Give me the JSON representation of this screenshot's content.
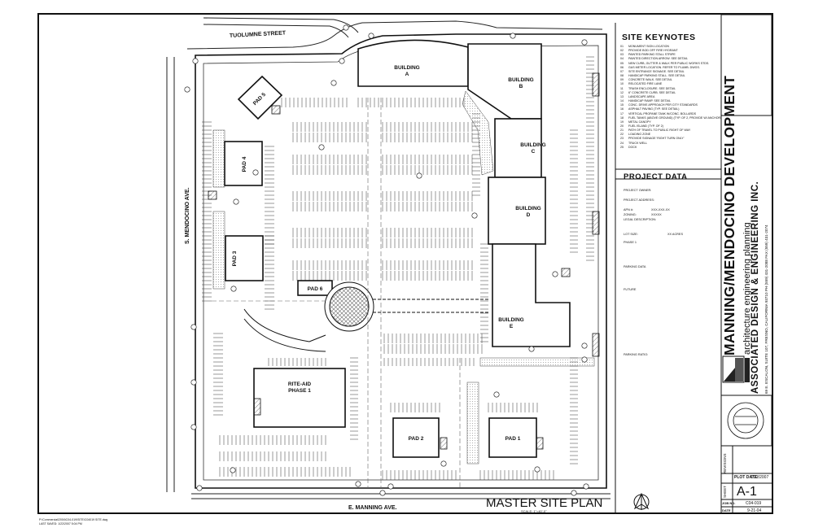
{
  "street_labels": {
    "north": "TUOLUMNE STREET",
    "west": "S. MENDOCINO AVE.",
    "south": "E. MANNING AVE."
  },
  "buildings": {
    "a": "BUILDING\nA",
    "b": "BUILDING\nB",
    "c": "BUILDING\nC",
    "d": "BUILDING\nD",
    "e": "BUILDING\nE",
    "pad1": "PAD 1",
    "pad2": "PAD 2",
    "pad3": "PAD 3",
    "pad4": "PAD 4",
    "pad5": "PAD 5",
    "pad6": "PAD 6",
    "rite_aid": "RITE-AID\nPHASE 1"
  },
  "site_keynotes": {
    "title": "SITE KEYNOTES",
    "items": [
      {
        "n": "01",
        "text": "MONUMENT SIGN LOCATION"
      },
      {
        "n": "02",
        "text": "PROVIDE BOD OFF FIRE HYDRANT"
      },
      {
        "n": "03",
        "text": "PAINTED PARKING STALL STRIPE"
      },
      {
        "n": "04",
        "text": "PAINTED DIRECTION ARROW. SEE DETAIL"
      },
      {
        "n": "05",
        "text": "NEW CURB, GUTTER & WALK PER PUBLIC WORKS STDS."
      },
      {
        "n": "06",
        "text": "GAS METER LOCATION. REFER TO PLUMB. DWGS."
      },
      {
        "n": "07",
        "text": "SITE ENTRANCE SIGNAGE. SEE DETAIL"
      },
      {
        "n": "08",
        "text": "HANDICAP PARKING STALL. SEE DETAIL"
      },
      {
        "n": "09",
        "text": "CONCRETE WALK. SEE DETAIL"
      },
      {
        "n": "10",
        "text": "RELOCATED FIRE LANE"
      },
      {
        "n": "11",
        "text": "TRASH ENCLOSURE. SEE DETAIL"
      },
      {
        "n": "12",
        "text": "6\" CONCRETE CURB. SEE DETAIL"
      },
      {
        "n": "13",
        "text": "LANDSCAPE AREA"
      },
      {
        "n": "14",
        "text": "HANDICAP RAMP. SEE DETAIL"
      },
      {
        "n": "15",
        "text": "CONC. DRIVE APPROACH PER CITY STANDARDS"
      },
      {
        "n": "16",
        "text": "ASPHALT PAVING (TYP. SEE DETAIL)"
      },
      {
        "n": "17",
        "text": "VERTICAL PROPANE TANK W/CONC. BOLLARDS"
      },
      {
        "n": "18",
        "text": "FUEL TANKS (ABOVE GROUND) (TYP. OF 2, PROVIDE W/ ANCHORED CONCRETE PAD)"
      },
      {
        "n": "19",
        "text": "METAL CANOPY"
      },
      {
        "n": "20",
        "text": "FUEL ISLAND (TYP. OF 2)"
      },
      {
        "n": "21",
        "text": "PATH OF TRAVEL TO PUBLIC RIGHT OF WAY"
      },
      {
        "n": "22",
        "text": "LOADING ZONE"
      },
      {
        "n": "23",
        "text": "PROVIDE SIGNAGE 'RIGHT TURN ONLY'"
      },
      {
        "n": "24",
        "text": "TRUCK WELL"
      },
      {
        "n": "25",
        "text": "DOCK"
      }
    ]
  },
  "project_data": {
    "title": "PROJECT DATA",
    "owner_label": "PROJECT OWNER:",
    "address_label": "PROJECT ADDRESS:",
    "apn_label": "APN #:",
    "apn_value": "XXX-XXX-XX",
    "zoning_label": "ZONING:",
    "zoning_value": "XXXXX",
    "legal_label": "LEGAL DESCRIPTION:",
    "lot_size_label": "LOT SIZE:",
    "lot_size_value": "XX ACRES",
    "phase_label": "PHASE 1",
    "parking_label": "PARKING DATA",
    "future_label": "FUTURE",
    "parking_ratio_label": "PARKING RATIO:"
  },
  "firm": {
    "project_name": "MANNING/MENDOCINO DEVELOPMENT",
    "firm_name": "ASSOCIATED DESIGN & ENGINEERING INC.",
    "disciplines": "architecture  engineering  planning",
    "address": "69 E. ESCALON, SUITE 107, FRESNO, CALIFORNIA 93710 PH (559) 431-2088 FAX (559) 431-2074"
  },
  "title_block": {
    "revisions_label": "REVISIONS",
    "plot_date_label": "PLOT DATE:",
    "plot_date_value": "1/22/2007",
    "sheet_label": "SHEET",
    "sheet_number": "A-1",
    "job_no_label": "JOB NO.",
    "job_no_value": "C04-019",
    "date_label": "DATE",
    "date_value": "9-21-04"
  },
  "drawing": {
    "title": "MASTER SITE PLAN",
    "scale": "SCALE: 1\"=40'-0\""
  },
  "file_note": {
    "line1": "P:\\Commercial\\2004\\C04-019\\SITE\\C04019 SITE.dwg",
    "line2": "LAST SAVED: 1/22/2007 5:04 PM"
  }
}
